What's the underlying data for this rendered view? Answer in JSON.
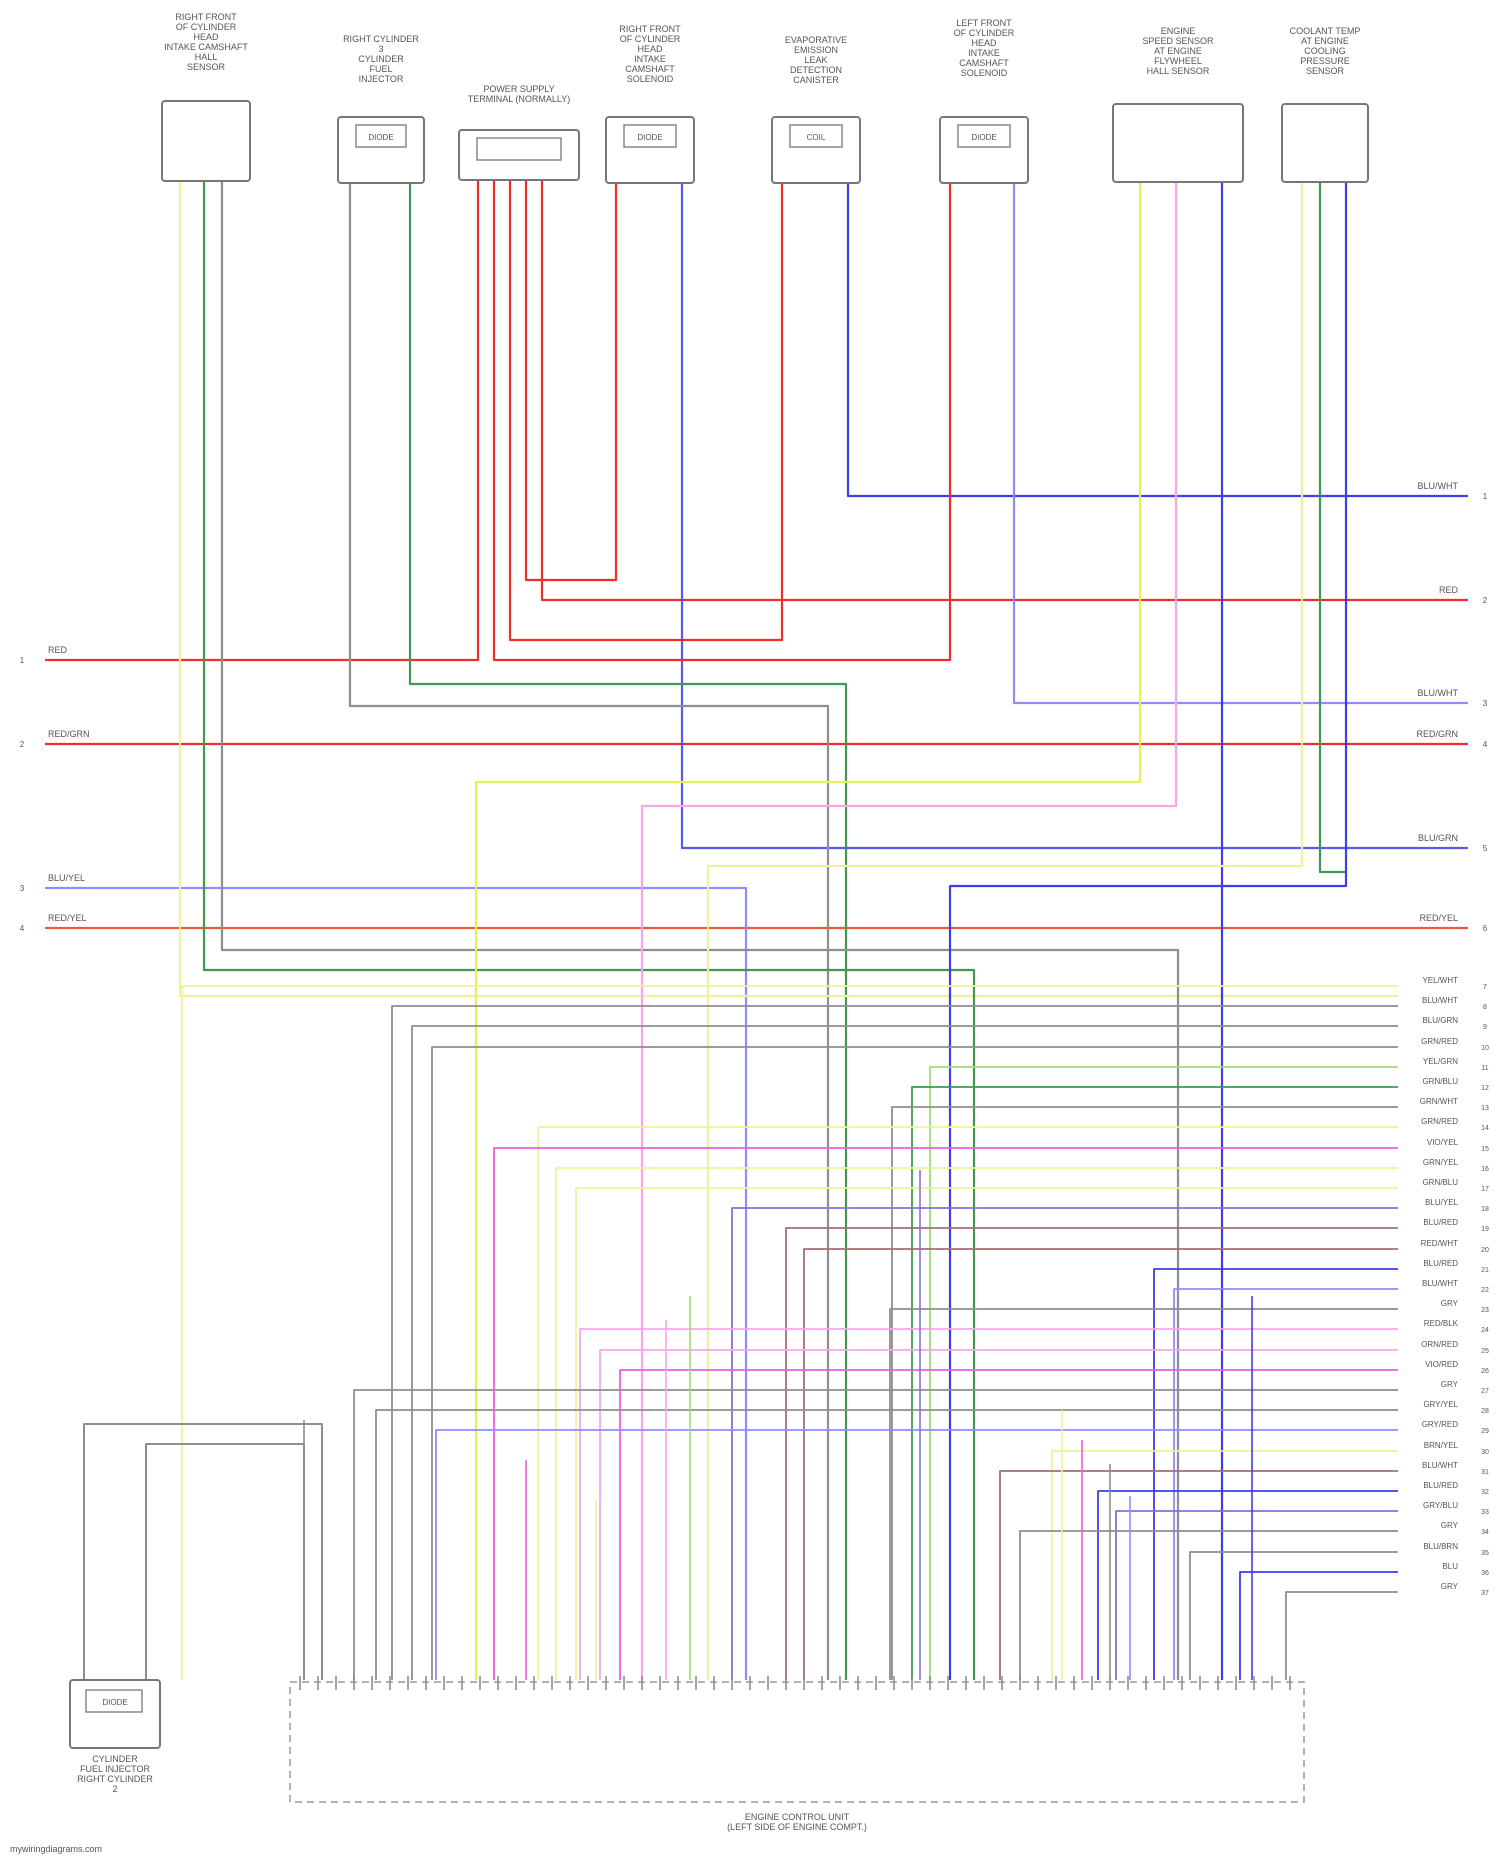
{
  "diagram": {
    "components": [
      {
        "id": "c1",
        "label": "RIGHT FRONT\nOF CYLINDER\nHEAD\nINTAKE CAMSHAFT\nHALL\nSENSOR",
        "pins": [],
        "pin_labels": [
          "",
          "",
          ""
        ],
        "conn_text": ""
      },
      {
        "id": "c2",
        "label": "RIGHT CYLINDER\n3\nCYLINDER\nFUEL\nINJECTOR",
        "pins": [],
        "pin_labels": [
          "",
          ""
        ],
        "conn_text": "DIODE"
      },
      {
        "id": "c3",
        "label": "POWER SUPPLY\nTERMINAL (NORMALLY)",
        "pins": [],
        "pin_labels": [
          "",
          "",
          "",
          "",
          ""
        ],
        "conn_text": ""
      },
      {
        "id": "c4",
        "label": "RIGHT FRONT\nOF CYLINDER\nHEAD\nINTAKE\nCAMSHAFT\nSOLENOID",
        "pins": [],
        "pin_labels": [
          "",
          ""
        ],
        "conn_text": "DIODE"
      },
      {
        "id": "c5",
        "label": "EVAPORATIVE\nEMISSION\nLEAK\nDETECTION\nCANISTER",
        "pins": [],
        "pin_labels": [
          "",
          ""
        ],
        "conn_text": "COIL"
      },
      {
        "id": "c6",
        "label": "LEFT FRONT\nOF CYLINDER\nHEAD\nINTAKE\nCAMSHAFT\nSOLENOID",
        "pins": [],
        "pin_labels": [
          "",
          ""
        ],
        "conn_text": "DIODE"
      },
      {
        "id": "c7",
        "label": "ENGINE\nSPEED SENSOR\nAT ENGINE\nFLYWHEEL\nHALL SENSOR",
        "pins": [],
        "pin_labels": [
          "",
          "",
          ""
        ],
        "conn_text": ""
      },
      {
        "id": "c8",
        "label": "COOLANT TEMP\nAT ENGINE\nCOOLING\nPRESSURE\nSENSOR",
        "pins": [],
        "pin_labels": [
          "",
          "",
          ""
        ],
        "conn_text": ""
      },
      {
        "id": "c9",
        "label": "CYLINDER\nFUEL INJECTOR\nRIGHT CYLINDER\n2",
        "pins": [],
        "pin_labels": [
          "",
          ""
        ],
        "conn_text": "DIODE"
      }
    ],
    "right_wires": [
      {
        "label": "BLU/WHT",
        "num": "1"
      },
      {
        "label": "RED",
        "num": "2"
      },
      {
        "label": "BLU/WHT",
        "num": "3"
      },
      {
        "label": "RED/GRN",
        "num": "4"
      },
      {
        "label": "BLU/GRN",
        "num": "5"
      },
      {
        "label": "RED/YEL",
        "num": "6"
      }
    ],
    "left_wires": [
      {
        "label": "RED",
        "num": "1"
      },
      {
        "label": "RED/GRN",
        "num": "2"
      },
      {
        "label": "BLU/YEL",
        "num": "3"
      },
      {
        "label": "RED/YEL",
        "num": "4"
      }
    ],
    "bus_labels": [
      {
        "label": "YEL/WHT",
        "num": "7"
      },
      {
        "label": "BLU/WHT",
        "num": "8"
      },
      {
        "label": "BLU/GRN",
        "num": "9"
      },
      {
        "label": "GRN/RED",
        "num": "10"
      },
      {
        "label": "YEL/GRN",
        "num": "11"
      },
      {
        "label": "GRN/BLU",
        "num": "12"
      },
      {
        "label": "GRN/WHT",
        "num": "13"
      },
      {
        "label": "GRN/RED",
        "num": "14"
      },
      {
        "label": "VIO/YEL",
        "num": "15"
      },
      {
        "label": "GRN/YEL",
        "num": "16"
      },
      {
        "label": "GRN/BLU",
        "num": "17"
      },
      {
        "label": "BLU/YEL",
        "num": "18"
      },
      {
        "label": "BLU/RED",
        "num": "19"
      },
      {
        "label": "RED/WHT",
        "num": "20"
      },
      {
        "label": "BLU/RED",
        "num": "21"
      },
      {
        "label": "BLU/WHT",
        "num": "22"
      },
      {
        "label": "GRY",
        "num": "23"
      },
      {
        "label": "RED/BLK",
        "num": "24"
      },
      {
        "label": "ORN/RED",
        "num": "25"
      },
      {
        "label": "VIO/RED",
        "num": "26"
      },
      {
        "label": "GRY",
        "num": "27"
      },
      {
        "label": "GRY/YEL",
        "num": "28"
      },
      {
        "label": "GRY/RED",
        "num": "29"
      },
      {
        "label": "BRN/YEL",
        "num": "30"
      },
      {
        "label": "BLU/WHT",
        "num": "31"
      },
      {
        "label": "BLU/RED",
        "num": "32"
      },
      {
        "label": "GRY/BLU",
        "num": "33"
      },
      {
        "label": "GRY",
        "num": "34"
      },
      {
        "label": "BLU/BRN",
        "num": "35"
      },
      {
        "label": "BLU",
        "num": "36"
      },
      {
        "label": "GRY",
        "num": "37"
      }
    ],
    "ecm": {
      "label": "ENGINE CONTROL UNIT\n(LEFT SIDE OF ENGINE COMPT.)",
      "pins": [],
      "pin_wire_labels": []
    },
    "footer": "mywiringdiagrams.com",
    "colors": {
      "red": "#ef2d2d",
      "blue": "#3d3ded",
      "light_blue": "#8d8dff",
      "yellow": "#e8ef5c",
      "light_yellow": "#eef29a",
      "green": "#3f9a4f",
      "light_green": "#9fdc7a",
      "gray": "#8e8e8e",
      "pink": "#ee5ce0",
      "light_pink": "#f4a7ec",
      "brown": "#a47070",
      "orange_red": "#ef5a3d",
      "violet": "#8a6fd8"
    }
  }
}
